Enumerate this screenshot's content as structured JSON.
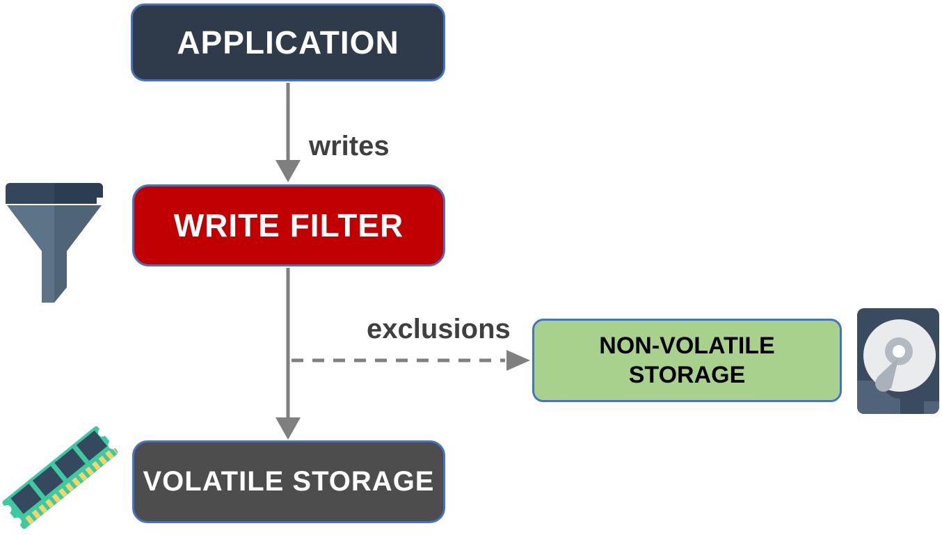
{
  "title": "Write filter diagram",
  "nodes": {
    "application": {
      "label": "APPLICATION"
    },
    "write_filter": {
      "label": "WRITE FILTER"
    },
    "non_volatile": {
      "label": "NON-VOLATILE STORAGE"
    },
    "volatile": {
      "label": "VOLATILE STORAGE"
    }
  },
  "edges": {
    "writes": {
      "label": "writes",
      "from": "application",
      "to": "write_filter",
      "style": "solid"
    },
    "exclusions": {
      "label": "exclusions",
      "from": "write_filter",
      "to": "non_volatile",
      "style": "dashed"
    },
    "filtered": {
      "label": "",
      "from": "write_filter",
      "to": "volatile",
      "style": "solid"
    }
  },
  "icons": {
    "funnel": "funnel-icon",
    "ram": "ram-memory-icon",
    "hard_disk": "hard-disk-icon"
  },
  "colors": {
    "border_accent": "#4472C4",
    "application_fill": "#2F3A4B",
    "write_filter_fill": "#C00000",
    "non_volatile_fill": "#A9D18E",
    "volatile_fill": "#4D4D4D",
    "arrow_gray": "#7F7F7F",
    "label_text": "#3F3F3F",
    "funnel_dark_left": "#33465A",
    "funnel_dark_right": "#2A3D51",
    "funnel_body_left": "#5D7488",
    "funnel_body_right": "#4F6477",
    "ram_board": "#3EC9A0",
    "ram_chip": "#34495E",
    "ram_pin": "#F6D46A",
    "hdd_body": "#3A4B5F",
    "hdd_shade": "#51637A",
    "hdd_platter": "#E9EBED",
    "hdd_ring": "#B3BAC2",
    "hdd_arm": "#A9B2BA"
  }
}
